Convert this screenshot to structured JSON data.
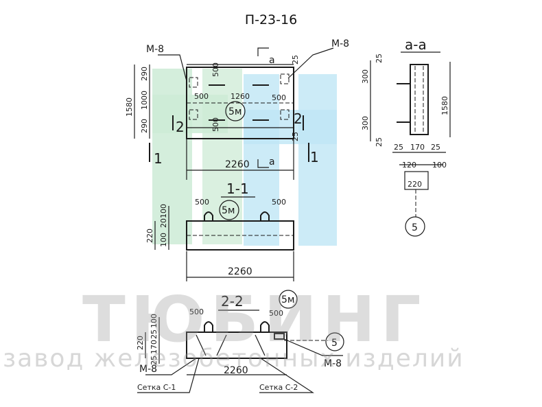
{
  "title": "П-23-16",
  "watermark": {
    "brand": "ТЮБИНГ",
    "subtitle": "завод железобетонных изделий"
  },
  "colors": {
    "logo_blue": "#bfe6f5",
    "logo_green": "#cdebd6",
    "drawing": "#1a1a1a"
  },
  "plan": {
    "label_m8_left": "М-8",
    "label_m8_right": "М-8",
    "section_a_top": "а",
    "section_a_bottom": "а",
    "dim_290_top": "290",
    "dim_1000": "1000",
    "dim_290_bottom": "290",
    "dim_1580": "1580",
    "dim_500_top": "500",
    "dim_1260": "1260",
    "dim_500_left": "500",
    "dim_500_right": "500",
    "dim_25_top": "25",
    "dim_25_bottom": "25",
    "dim_500_lower": "500",
    "mark_5m": "5м",
    "cut_2_left": "2",
    "cut_2_right": "2",
    "cut_1_left": "1",
    "cut_1_right": "1",
    "dim_2260": "2260"
  },
  "section_1_1": {
    "title": "1-1",
    "dim_500_left": "500",
    "dim_500_right": "500",
    "mark_5m": "5м",
    "dim_100_top": "100",
    "dim_20": "20",
    "dim_100_bottom": "100",
    "dim_220": "220",
    "dim_2260": "2260"
  },
  "section_2_2": {
    "title": "2-2",
    "mark_5m": "5м",
    "dim_500_left": "500",
    "dim_500_right": "500",
    "dim_100": "100",
    "dim_25": "25",
    "dim_170": "170",
    "dim_220": "220",
    "dim_25_bottom": "25",
    "dim_2260": "2260",
    "label_m8_left": "М-8",
    "label_m8_right": "М-8",
    "mark_5": "5",
    "mesh_c1": "Сетка С-1",
    "mesh_c2": "Сетка С-2"
  },
  "section_a_a": {
    "title": "а-а",
    "dim_25_top": "25",
    "dim_300": "300",
    "dim_1580": "1580",
    "dim_300_bottom": "300",
    "dim_25_bottom": "25",
    "dim_25_left": "25",
    "dim_170": "170",
    "dim_25_right": "25",
    "dim_120": "120",
    "dim_100": "100",
    "dim_220": "220",
    "mark_5": "5"
  }
}
